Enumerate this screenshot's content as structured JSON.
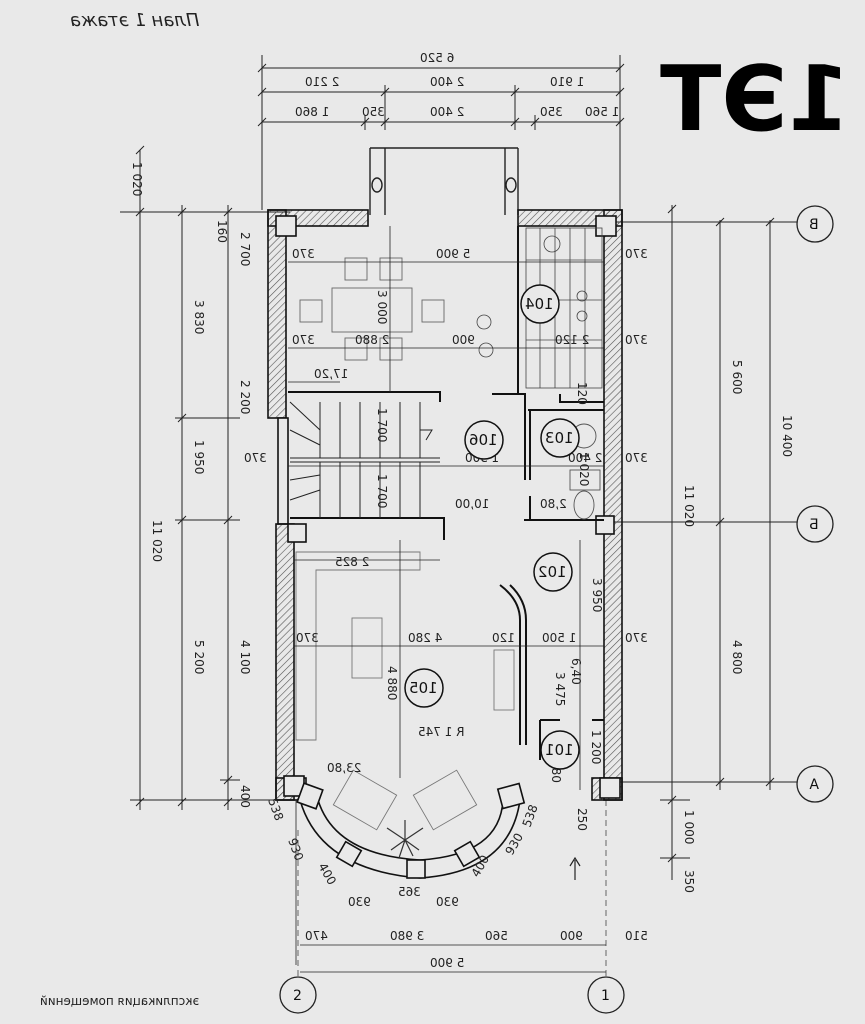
{
  "header": {
    "title": "План 1 этажа",
    "sheet_mark": "1ЭТ",
    "footer": "экспликация помещений"
  },
  "dimensions": {
    "top_total": "6 520",
    "top_row2": [
      "2 210",
      "2 400",
      "1 910"
    ],
    "top_row3": [
      "1 860",
      "350",
      "2 400",
      "350",
      "1 560"
    ],
    "left_outer": "11 020",
    "left_mid": [
      "3 830",
      "1 950",
      "5 200"
    ],
    "left_inner": [
      "1 020",
      "2 700",
      "2 200",
      "4 100",
      "400"
    ],
    "right_mid": [
      "5 600",
      "4 800"
    ],
    "right_outer": [
      "10 400",
      "11 020"
    ],
    "right_small": [
      "1 000",
      "350"
    ],
    "bottom_row1": [
      "470",
      "3 980",
      "560",
      "900",
      "510"
    ],
    "bottom_total": "5 900",
    "interior": {
      "dining_width": "5 900",
      "dining_height": "3 000",
      "w370": "370",
      "d2880": "2 880",
      "d900": "900",
      "d2120": "2 120",
      "d1720": "17,20",
      "stair_1700": "1 700",
      "stair_1700b": "1 700",
      "d1500": "1 500",
      "d2400": "2 400",
      "d10": "10,00",
      "d280": "2,80",
      "d2825": "2 825",
      "d4280": "4 280",
      "d120": "120",
      "d1500b": "1 500",
      "d3950": "3 950",
      "d4880": "4 880",
      "d3475": "3 475",
      "d640": "6,40",
      "d1200": "1 200",
      "d2380": "23,80",
      "radius": "R 1 745",
      "arc_930a": "930",
      "arc_930b": "930",
      "arc_930c": "930",
      "arc_930d": "930",
      "arc_400a": "400",
      "arc_400b": "400",
      "arc_365": "365",
      "d538": "538",
      "d538b": "538",
      "d250": "250",
      "d180": "180",
      "d120b": "120",
      "d160": "160",
      "d1020": "1 020"
    }
  },
  "rooms": [
    "101",
    "102",
    "103",
    "104",
    "105",
    "106"
  ],
  "grid_axes": {
    "rows": [
      "В",
      "Б",
      "А"
    ],
    "columns": [
      "1",
      "2"
    ]
  },
  "colors": {
    "paper": "#e9e9e9",
    "ink": "#222222",
    "wall_hatch": "#555555"
  }
}
